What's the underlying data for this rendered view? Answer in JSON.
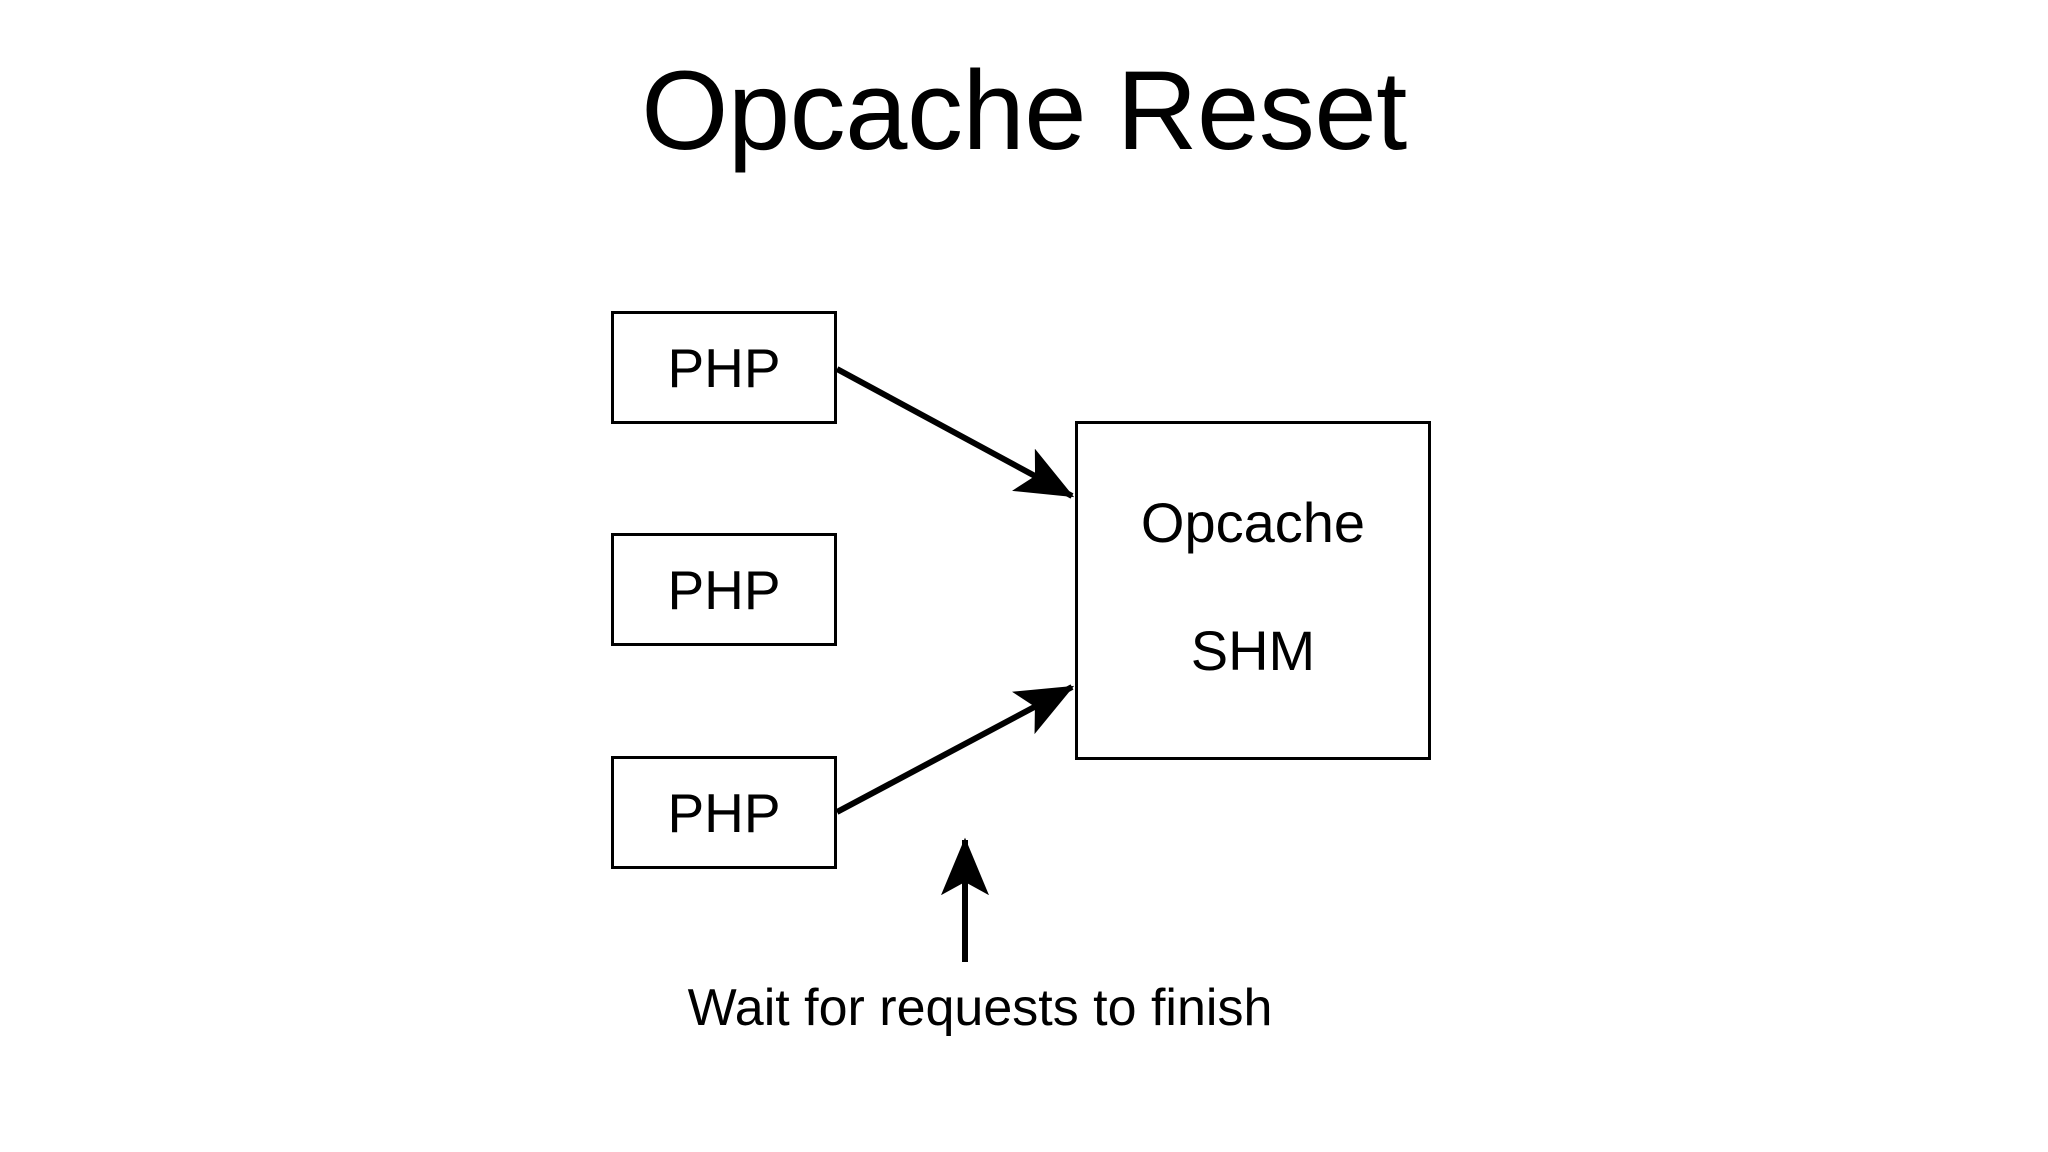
{
  "slide": {
    "title": "Opcache Reset",
    "background_color": "#ffffff",
    "stroke_color": "#000000"
  },
  "nodes": {
    "php_workers": [
      {
        "label": "PHP"
      },
      {
        "label": "PHP"
      },
      {
        "label": "PHP"
      }
    ],
    "shared_memory": {
      "line_1": "Opcache",
      "line_2": "SHM"
    }
  },
  "connections": [
    {
      "from": "php-box-1",
      "to": "opcache-shm-box",
      "style": "solid-arrow"
    },
    {
      "from": "php-box-3",
      "to": "opcache-shm-box",
      "style": "solid-arrow"
    },
    {
      "from": "caption",
      "to": "php-box-3-region",
      "style": "solid-arrow-vertical"
    }
  ],
  "caption": {
    "text": "Wait for requests to finish"
  }
}
